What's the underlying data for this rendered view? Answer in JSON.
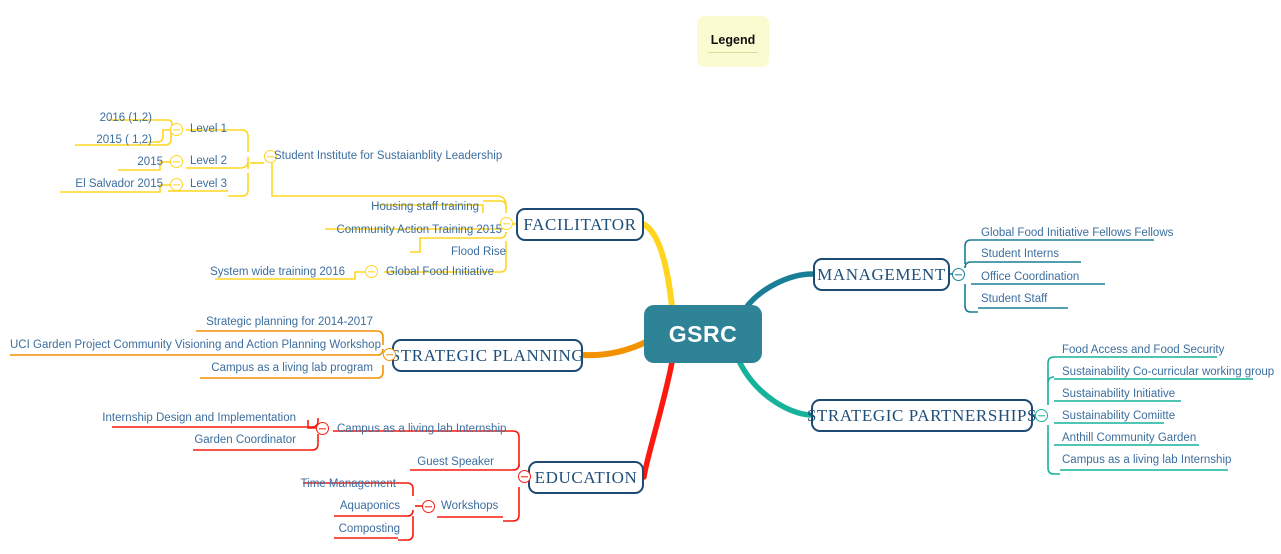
{
  "legend": {
    "title": "Legend"
  },
  "center": {
    "label": "GSRC"
  },
  "colors": {
    "center_fill": "#2e8397",
    "node_border": "#1c4a72",
    "node_text": "#1f4e79",
    "leaf_text": "#3c6e9f",
    "facilitator": "#ffd520",
    "strategic_planning": "#f39200",
    "education": "#fb1b0e",
    "management": "#1a7f96",
    "strategic_partnerships": "#15b39a",
    "legend_fill": "#fbfbd2"
  },
  "branches": {
    "facilitator": {
      "label": "FACILITATOR",
      "leaves": [
        "Housing staff training",
        "Community Action Training 2015",
        "Flood Rise",
        "Global Food Initiative",
        "Student Institute for Sustaianblity Leadership"
      ],
      "global_food_initiative_children": [
        "System wide training 2016"
      ],
      "institute_children": [
        "Level 1",
        "Level 2",
        "Level 3"
      ],
      "level1_children": [
        "2016 (1,2)",
        "2015 ( 1,2)"
      ],
      "level2_children": [
        "2015"
      ],
      "level3_children": [
        "El Salvador 2015"
      ]
    },
    "strategic_planning": {
      "label": "STRATEGIC PLANNING",
      "leaves": [
        "Strategic planning for 2014-2017",
        "UCI Garden Project Community Visioning and Action Planning Workshop",
        "Campus as a living lab program"
      ]
    },
    "education": {
      "label": "EDUCATION",
      "leaves": [
        "Campus as a living lab Internship",
        "Guest Speaker",
        "Workshops"
      ],
      "internship_children": [
        "Internship Design and Implementation",
        "Garden Coordinator"
      ],
      "workshops_children": [
        "Time Management",
        "Aquaponics",
        "Composting"
      ]
    },
    "management": {
      "label": "MANAGEMENT",
      "leaves": [
        "Global Food Initiative Fellows Fellows",
        "Student Interns",
        "Office Coordination",
        "Student Staff"
      ]
    },
    "strategic_partnerships": {
      "label": "STRATEGIC PARTNERSHIPS",
      "leaves": [
        "Food Access and Food Security",
        "Sustainability Co-curricular working group",
        "Sustainability Initiative",
        "Sustainability Comiitte",
        "Anthill Community Garden",
        "Campus as a living lab Internship"
      ]
    }
  }
}
